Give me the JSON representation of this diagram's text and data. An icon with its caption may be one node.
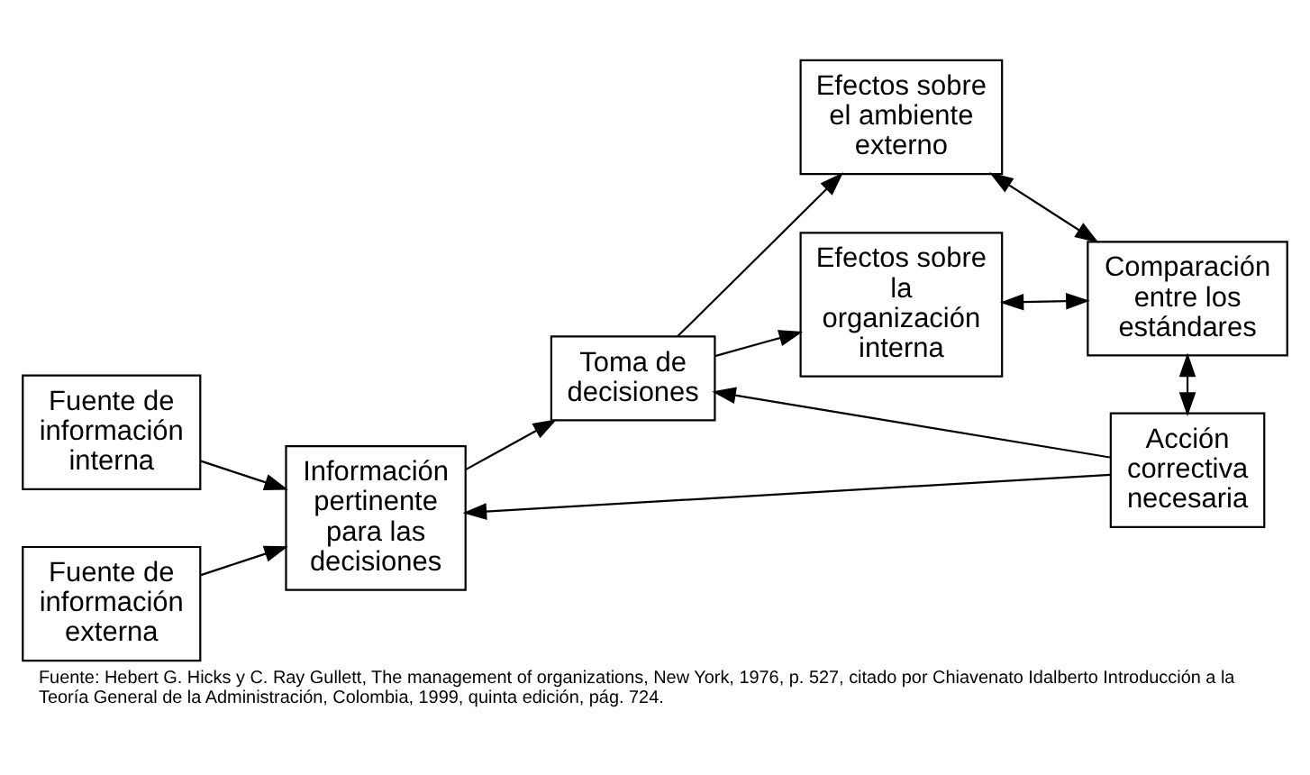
{
  "diagram": {
    "caption": "Fuente: Hebert G. Hicks y C. Ray Gullett, The management of organizations, New York, 1976, p. 527, citado por Chiavenato Idalberto Introducción a la Teoría General de la Administración, Colombia, 1999, quinta edición, pág. 724.",
    "nodes": [
      {
        "text": [
          "Fuente de información interna"
        ]
      },
      {
        "text": [
          "Información pertinente para las decisiones"
        ]
      },
      {
        "text": [
          "Fuente de información externa"
        ]
      },
      {
        "text": [
          "Toma de decisiones"
        ]
      },
      {
        "text": [
          "Efectos sobre el ambiente externo"
        ]
      },
      {
        "text": [
          "Comparación entre los estándares"
        ]
      },
      {
        "text": [
          "Efectos sobre la organización interna"
        ]
      },
      {
        "text": [
          "Acción correctiva necesaria"
        ]
      }
    ],
    "edges": [
      {
        "from": 0,
        "to": 1,
        "arrow": "to"
      },
      {
        "from": 2,
        "to": 1,
        "arrow": "to"
      },
      {
        "from": 1,
        "to": 3,
        "arrow": "to"
      },
      {
        "from": 3,
        "to": 4,
        "arrow": "to"
      },
      {
        "from": 3,
        "to": 6,
        "arrow": "to"
      },
      {
        "from": 4,
        "to": 5,
        "arrow": "both"
      },
      {
        "from": 6,
        "to": 5,
        "arrow": "both"
      },
      {
        "from": 5,
        "to": 7,
        "arrow": "both"
      },
      {
        "from": 7,
        "to": 1,
        "arrow": "to"
      },
      {
        "from": 7,
        "to": 3,
        "arrow": "to"
      }
    ]
  }
}
